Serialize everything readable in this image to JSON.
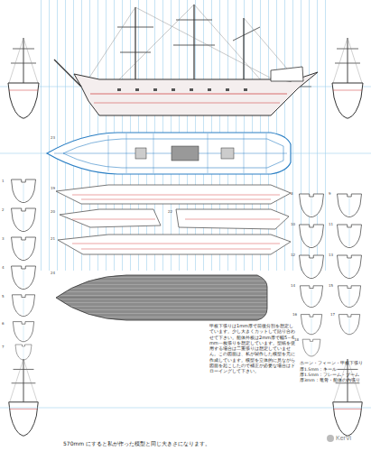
{
  "diagram": {
    "labels": [
      "甲板下張りは1mm厚で前後分割を想定しています。少し大きくカットして貼り合わせて下さい。船体外板は2mm厚で幅5～6mm一枚張りを想定しています。型紙を使用する場合は二重張りは想定していません。この図面は、私が製作した模型を元に作成しています。模型を立体的に見ながら図面を起こしたので補正が必要な場合はドローイングして下さい。",
      "ホーン・フィーン・甲板下張り",
      "厚1.5mm：キール",
      "厚1.5mm：フレーム・ブーム",
      "厚3mm：竜骨・船体の内張り",
      "570mm にすると私が作った模型と同じ大きさになります。",
      "KerVi",
      "1",
      "2",
      "3",
      "4",
      "5",
      "6",
      "7",
      "8",
      "9",
      "10",
      "11",
      "12",
      "13",
      "14",
      "15",
      "16",
      "17",
      "18",
      "19",
      "20",
      "21",
      "22",
      "23",
      "24"
    ]
  }
}
